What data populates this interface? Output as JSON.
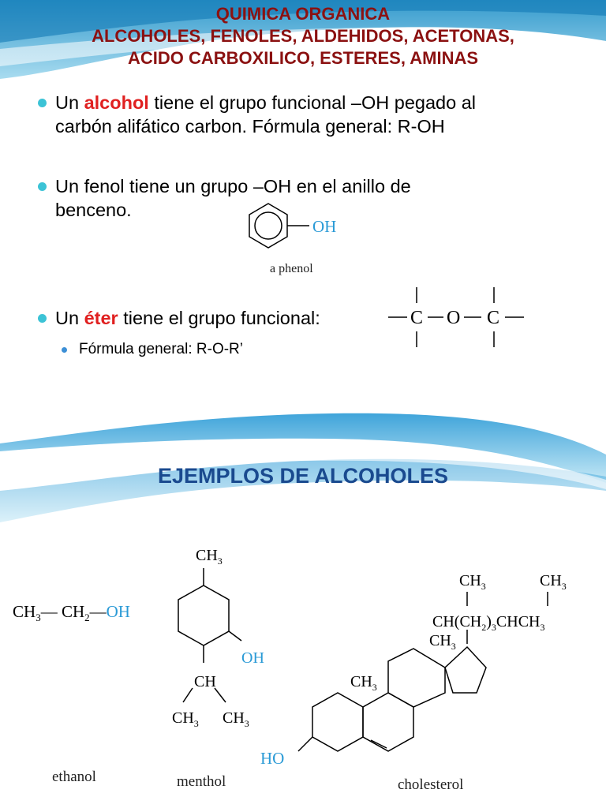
{
  "slide1": {
    "title_lines": [
      "QUIMICA ORGANICA",
      "ALCOHOLES, FENOLES, ALDEHIDOS, ACETONAS,",
      "ACIDO CARBOXILICO, ESTERES,  AMINAS"
    ],
    "bullet1": {
      "pre": "Un ",
      "highlight": "alcohol",
      "line1_rest": " tiene el grupo funcional –OH pegado al",
      "line2": "carbón alifático carbon.  Fórmula general: R-OH"
    },
    "bullet2": {
      "line1": "Un fenol tiene un grupo –OH en el anillo de",
      "line2": "benceno."
    },
    "phenol": {
      "group": "OH",
      "caption": "a phenol"
    },
    "bullet3": {
      "pre": "Un ",
      "highlight": "éter",
      "rest": " tiene el grupo funcional:"
    },
    "ether_formula": {
      "atom_c": "C",
      "atom_o": "O"
    },
    "sub_bullet": "Fórmula general: R-O-R’"
  },
  "slide2": {
    "title": "EJEMPLOS DE ALCOHOLES",
    "ethanol": {
      "ch3": "CH",
      "sub3": "3",
      "ch2": "CH",
      "sub2": "2",
      "oh": "OH",
      "caption": "ethanol"
    },
    "menthol": {
      "ch3_top": "CH",
      "sub3": "3",
      "oh": "OH",
      "ch": "CH",
      "ch3_left": "CH",
      "ch3_right": "CH",
      "caption": "menthol"
    },
    "cholesterol": {
      "ch3_a": "CH",
      "ch3_b": "CH",
      "sub3": "3",
      "chain_a": "CH(CH",
      "chain_sub2": "2",
      "chain_sub3": "3",
      "chain_b": ")",
      "chain_c": "CHCH",
      "ch3_c": "CH",
      "ch3_d": "CH",
      "ho": "HO",
      "caption": "cholesterol"
    }
  },
  "colors": {
    "title_red": "#8b1111",
    "accent_red": "#e02020",
    "title_blue": "#1a4a8f",
    "oh_blue": "#2a9ad6",
    "bullet_teal": "#3cc3d6"
  }
}
